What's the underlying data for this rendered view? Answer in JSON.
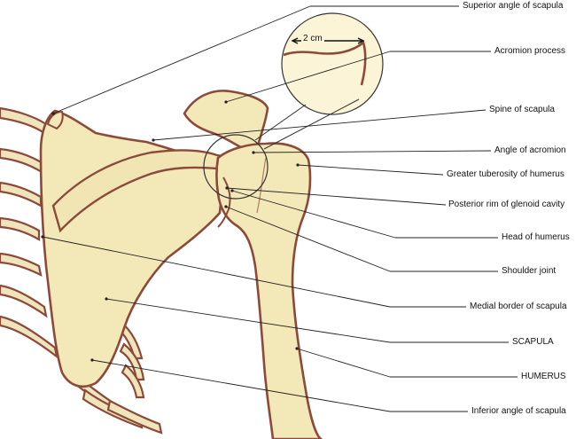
{
  "labels": [
    "Superior angle of scapula",
    "Acromion process",
    "Spine of scapula",
    "Angle of acromion",
    "Greater tuberosity of humerus",
    "Posterior rim of glenoid cavity",
    "Head of humerus",
    "Shoulder joint",
    "Medial border of scapula",
    "SCAPULA",
    "HUMERUS",
    "Inferior angle of scapula"
  ],
  "measurement": "2 cm",
  "colors": {
    "bone": "#f3e8b8",
    "bone_outline": "#8b4a3a",
    "rib": "#e9dcae",
    "leader": "#222222"
  }
}
